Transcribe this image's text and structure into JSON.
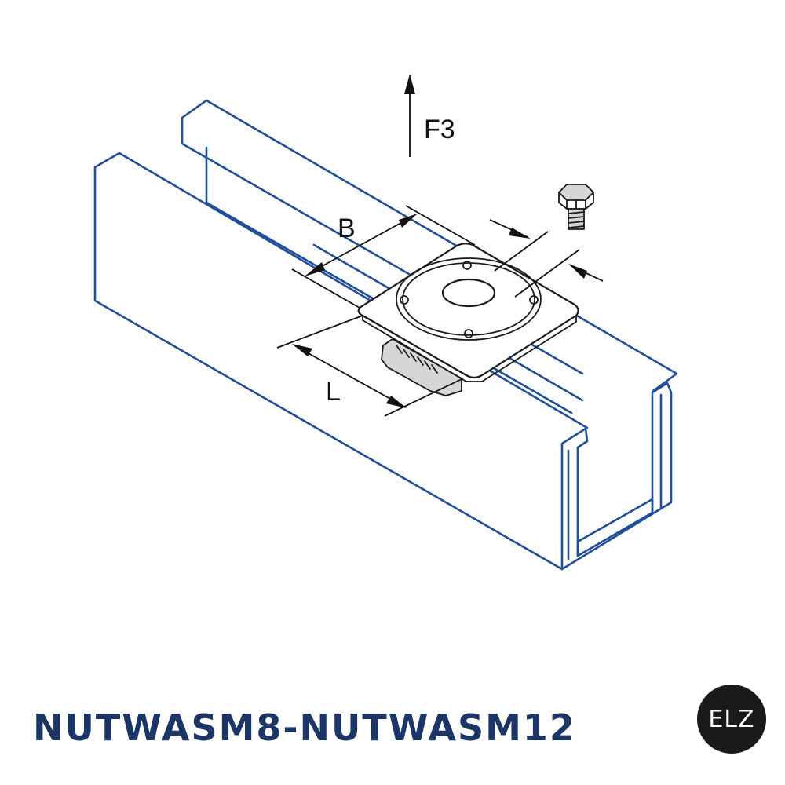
{
  "diagram": {
    "labels": {
      "force": "F3",
      "width_dim": "B",
      "length_dim": "L"
    },
    "icons": {
      "bolt": "hex-bolt-icon"
    },
    "colors": {
      "channel_outline": "#1f4e9a",
      "line_art": "#1a1a1a",
      "title_text": "#1b3566"
    }
  },
  "footer": {
    "product_code": "NUTWASM8-NUTWASM12",
    "brand": "ELZ"
  }
}
